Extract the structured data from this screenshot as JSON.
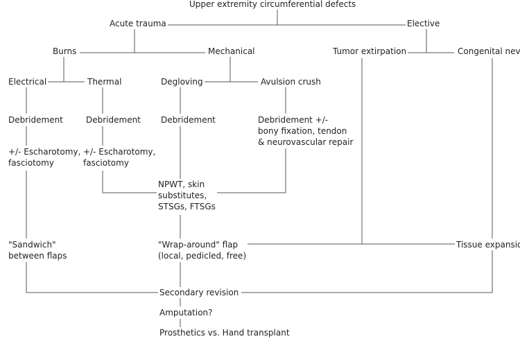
{
  "nodes": {
    "root": "Upper extremity circumferential defects",
    "acute_trauma": "Acute trauma",
    "elective": "Elective",
    "burns": "Burns",
    "mechanical": "Mechanical",
    "tumor_extirpation": "Tumor extirpation",
    "congenital_nevi": "Congenital nevi",
    "electrical": "Electrical",
    "thermal": "Thermal",
    "degloving": "Degloving",
    "avulsion_crush": "Avulsion crush",
    "debridement_electrical": "Debridement",
    "debridement_thermal": "Debridement",
    "debridement_degloving": "Debridement",
    "debridement_avulsion": "Debridement +/-\nbony fixation, tendon\n& neurovascular repair",
    "escharotomy_electrical": "+/- Escharotomy,\nfasciotomy",
    "escharotomy_thermal": "+/- Escharotomy,\nfasciotomy",
    "npwt": "NPWT, skin\nsubstitutes,\nSTSGs, FTSGs",
    "sandwich": "\"Sandwich\"\nbetween flaps",
    "wrap_around_flap": "\"Wrap-around\" flap\n(local, pedicled, free)",
    "tissue_expansion": "Tissue expansion",
    "secondary_revision": "Secondary revision",
    "amputation": "Amputation?",
    "prosthetics": "Prosthetics vs. Hand transplant"
  },
  "colors": {
    "line": "#555555",
    "text": "#222222",
    "background": "#ffffff"
  }
}
